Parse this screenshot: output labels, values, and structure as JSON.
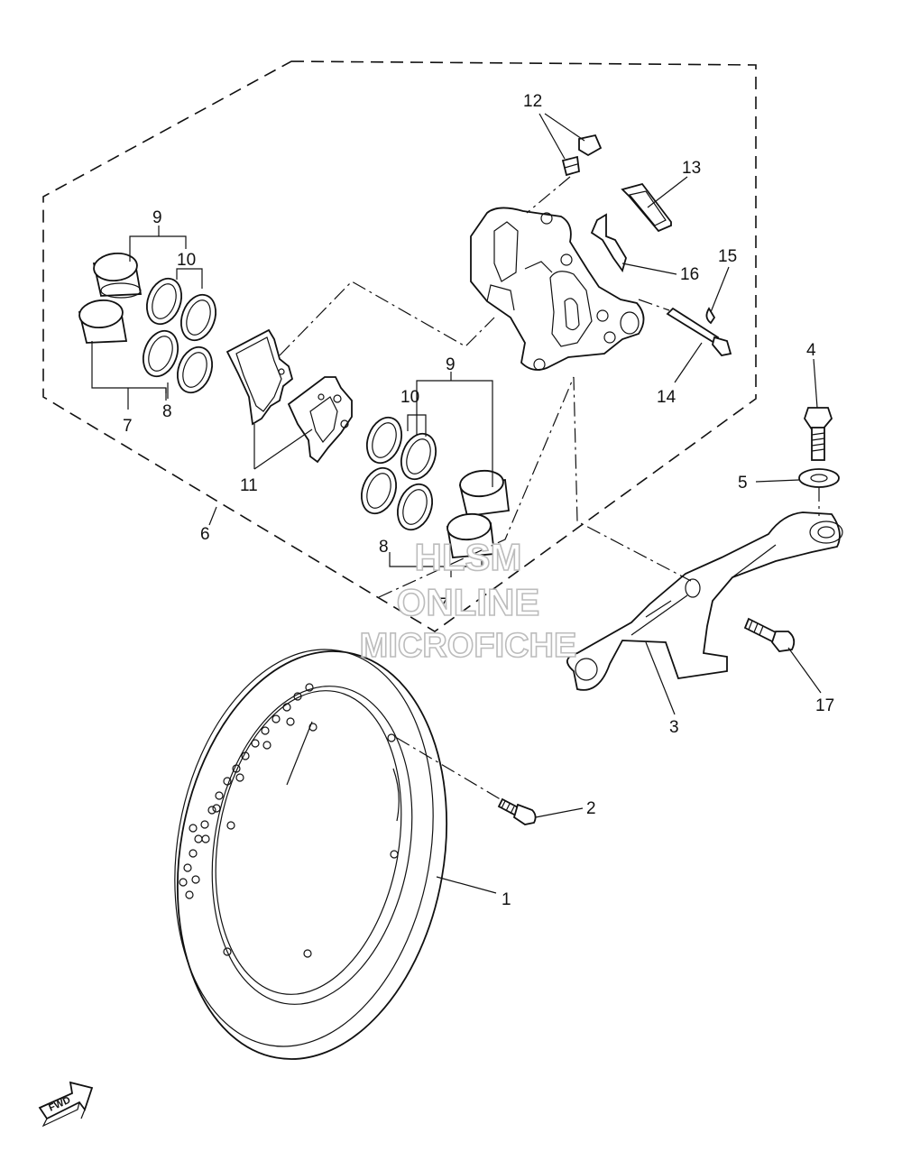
{
  "callouts": {
    "c1": "1",
    "c2": "2",
    "c3": "3",
    "c4": "4",
    "c5": "5",
    "c6": "6",
    "c7a": "7",
    "c7b": "7",
    "c8a": "8",
    "c8b": "8",
    "c9a": "9",
    "c9b": "9",
    "c10a": "10",
    "c10b": "10",
    "c11": "11",
    "c12": "12",
    "c13": "13",
    "c14": "14",
    "c15": "15",
    "c16": "16",
    "c17": "17"
  },
  "watermark": {
    "line1": "HLSM",
    "line2": "ONLINE",
    "line3": "MICROFICHE"
  },
  "direction_arrow": {
    "label": "FWD",
    "icon": "fwd-arrow-icon"
  }
}
